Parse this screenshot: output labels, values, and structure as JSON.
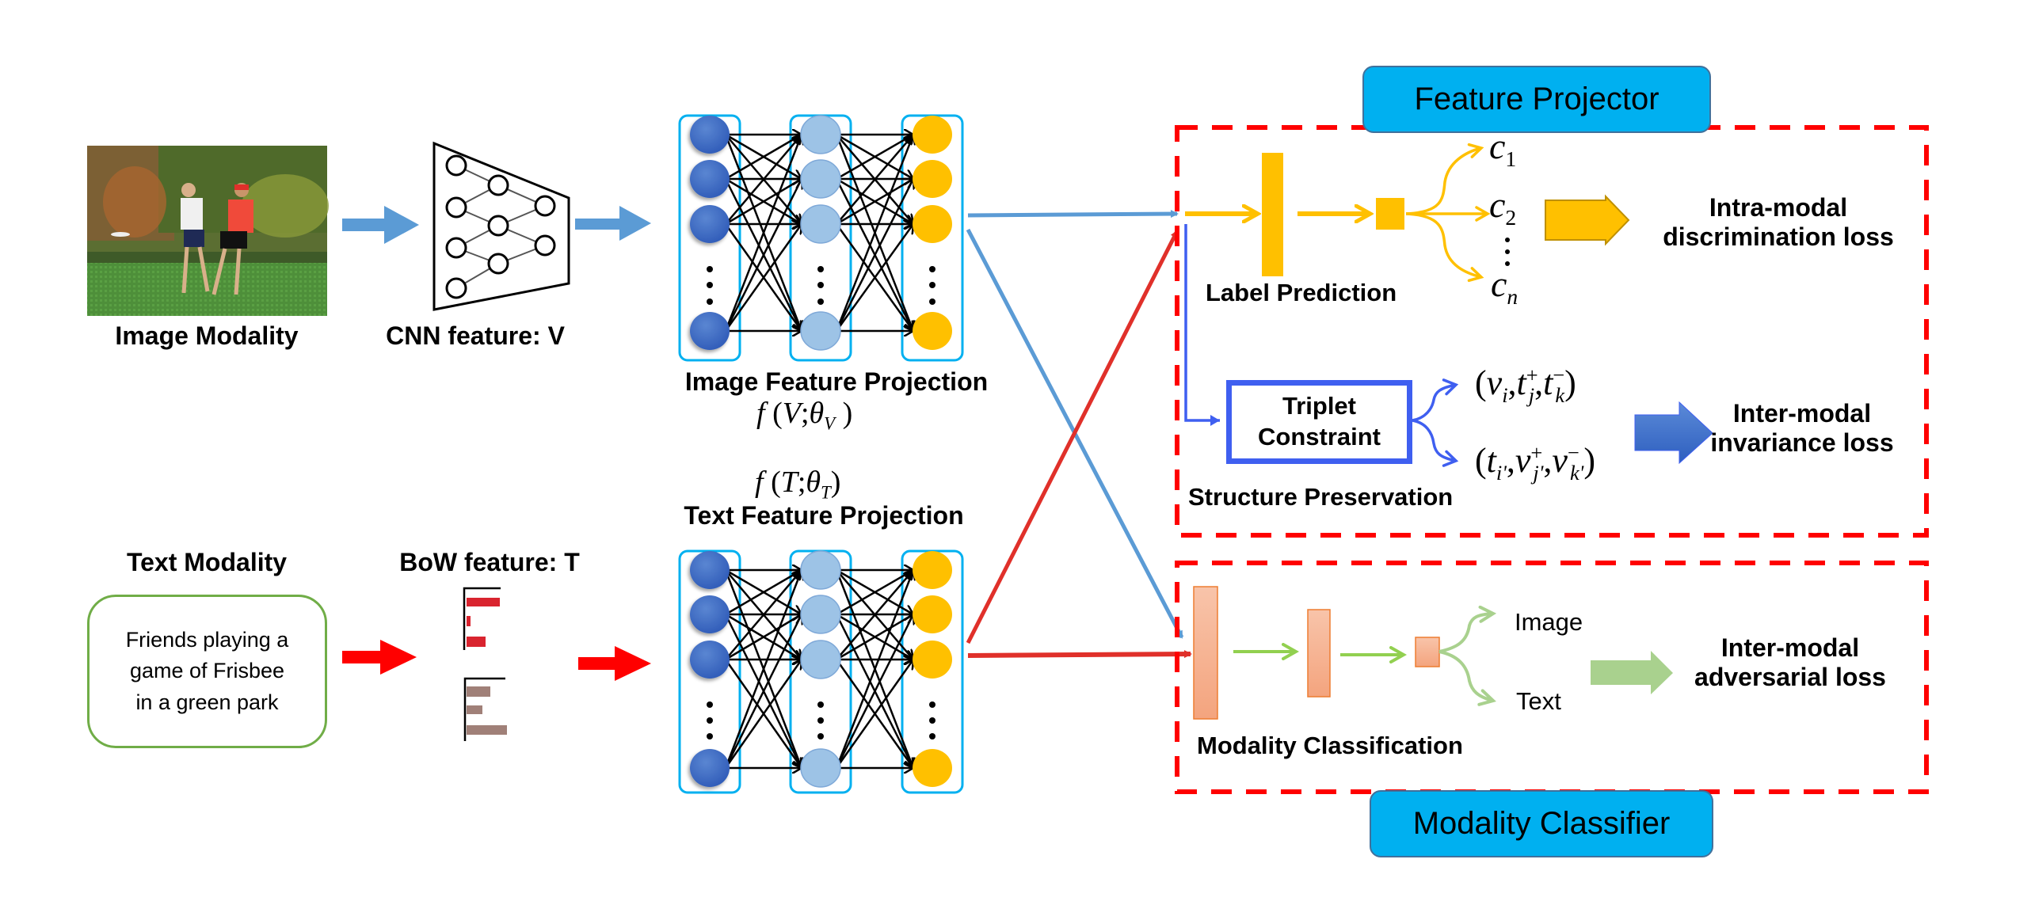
{
  "image_branch": {
    "modality_label": "Image Modality",
    "feature_label": "CNN feature: V",
    "projection_label": "Image Feature Projection",
    "projection_formula": {
      "fn": "f",
      "arg": "V",
      "param": "θ",
      "param_sub": "V"
    }
  },
  "text_branch": {
    "modality_label": "Text Modality",
    "caption_lines": [
      "Friends playing a",
      "game of Frisbee",
      "in a green park"
    ],
    "feature_label": "BoW feature: T",
    "projection_label": "Text Feature Projection",
    "projection_formula": {
      "fn": "f",
      "arg": "T",
      "param": "θ",
      "param_sub": "T"
    }
  },
  "feature_projector": {
    "title": "Feature Projector",
    "label_prediction": "Label Prediction",
    "classes": [
      {
        "base": "c",
        "sub": "1"
      },
      {
        "base": "c",
        "sub": "2"
      },
      {
        "base": "c",
        "sub": "n"
      }
    ],
    "intra_loss_lines": [
      "Intra-modal",
      "discrimination loss"
    ],
    "triplet_lines": [
      "Triplet",
      "Constraint"
    ],
    "structure_preservation": "Structure Preservation",
    "triplet_1": "(v_i, t_j^+, t_k^-)",
    "triplet_2": "(t_i', v_j'^+, v_k'^-)",
    "inter_invariance_lines": [
      "Inter-modal",
      "invariance loss"
    ]
  },
  "modality_classifier": {
    "title": "Modality Classifier",
    "classification_label": "Modality Classification",
    "outputs": [
      "Image",
      "Text"
    ],
    "adversarial_loss_lines": [
      "Inter-modal",
      "adversarial loss"
    ]
  },
  "network": {
    "visible_nodes_per_layer": 4,
    "layers": 3,
    "ellipsis": "⋮"
  },
  "colors": {
    "image_flow": "#5b9bd5",
    "text_flow": "#ff0000",
    "label_prediction": "#ffc000",
    "triplet": "#3f5ff0",
    "modality_classifier_bar": "#f4b183",
    "classifier_arrow": "#92d050",
    "dashed_border": "#ff0000",
    "badge": "#00b0f0",
    "layer1_node": "#4472c4",
    "layer2_node": "#9dc3e6",
    "layer3_node": "#ffc000",
    "layer_box": "#00b0f0",
    "bow_text_bars": "#d9242f",
    "bow_other_bars": "#a08078",
    "text_box_border": "#70ad47"
  }
}
